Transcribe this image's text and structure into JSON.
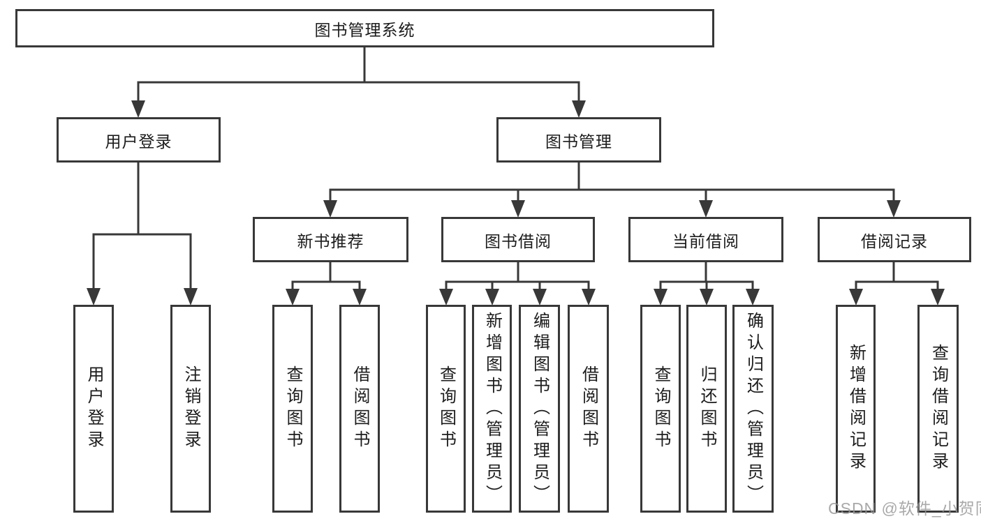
{
  "colors": {
    "line": "#383838",
    "box_border": "#383838",
    "box_fill": "#ffffff",
    "text": "#1c1c1c",
    "watermark": "#969696"
  },
  "diagram": {
    "root": {
      "label": "图书管理系统"
    },
    "level2": [
      {
        "label": "用户登录",
        "children": [
          {
            "label": "用户登录"
          },
          {
            "label": "注销登录"
          }
        ]
      },
      {
        "label": "图书管理",
        "children": [
          {
            "label": "新书推荐",
            "children": [
              {
                "label": "查询图书"
              },
              {
                "label": "借阅图书"
              }
            ]
          },
          {
            "label": "图书借阅",
            "children": [
              {
                "label": "查询图书"
              },
              {
                "label": "新增图书（管理员）"
              },
              {
                "label": "编辑图书（管理员）"
              },
              {
                "label": "借阅图书"
              }
            ]
          },
          {
            "label": "当前借阅",
            "children": [
              {
                "label": "查询图书"
              },
              {
                "label": "归还图书"
              },
              {
                "label": "确认归还（管理员）"
              }
            ]
          },
          {
            "label": "借阅记录",
            "children": [
              {
                "label": "新增借阅记录"
              },
              {
                "label": "查询借阅记录"
              }
            ]
          }
        ]
      }
    ]
  },
  "watermark": {
    "text": "CSDN @软件_小贺同学"
  }
}
